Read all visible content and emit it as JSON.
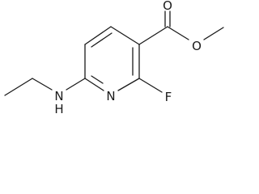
{
  "structure": {
    "atoms": {
      "carbonyl_oxygen": "O",
      "ester_oxygen": "O",
      "ring_nitrogen": "N",
      "fluorine": "F",
      "amine_nitrogen": "N",
      "amine_hydrogen": "H"
    }
  }
}
